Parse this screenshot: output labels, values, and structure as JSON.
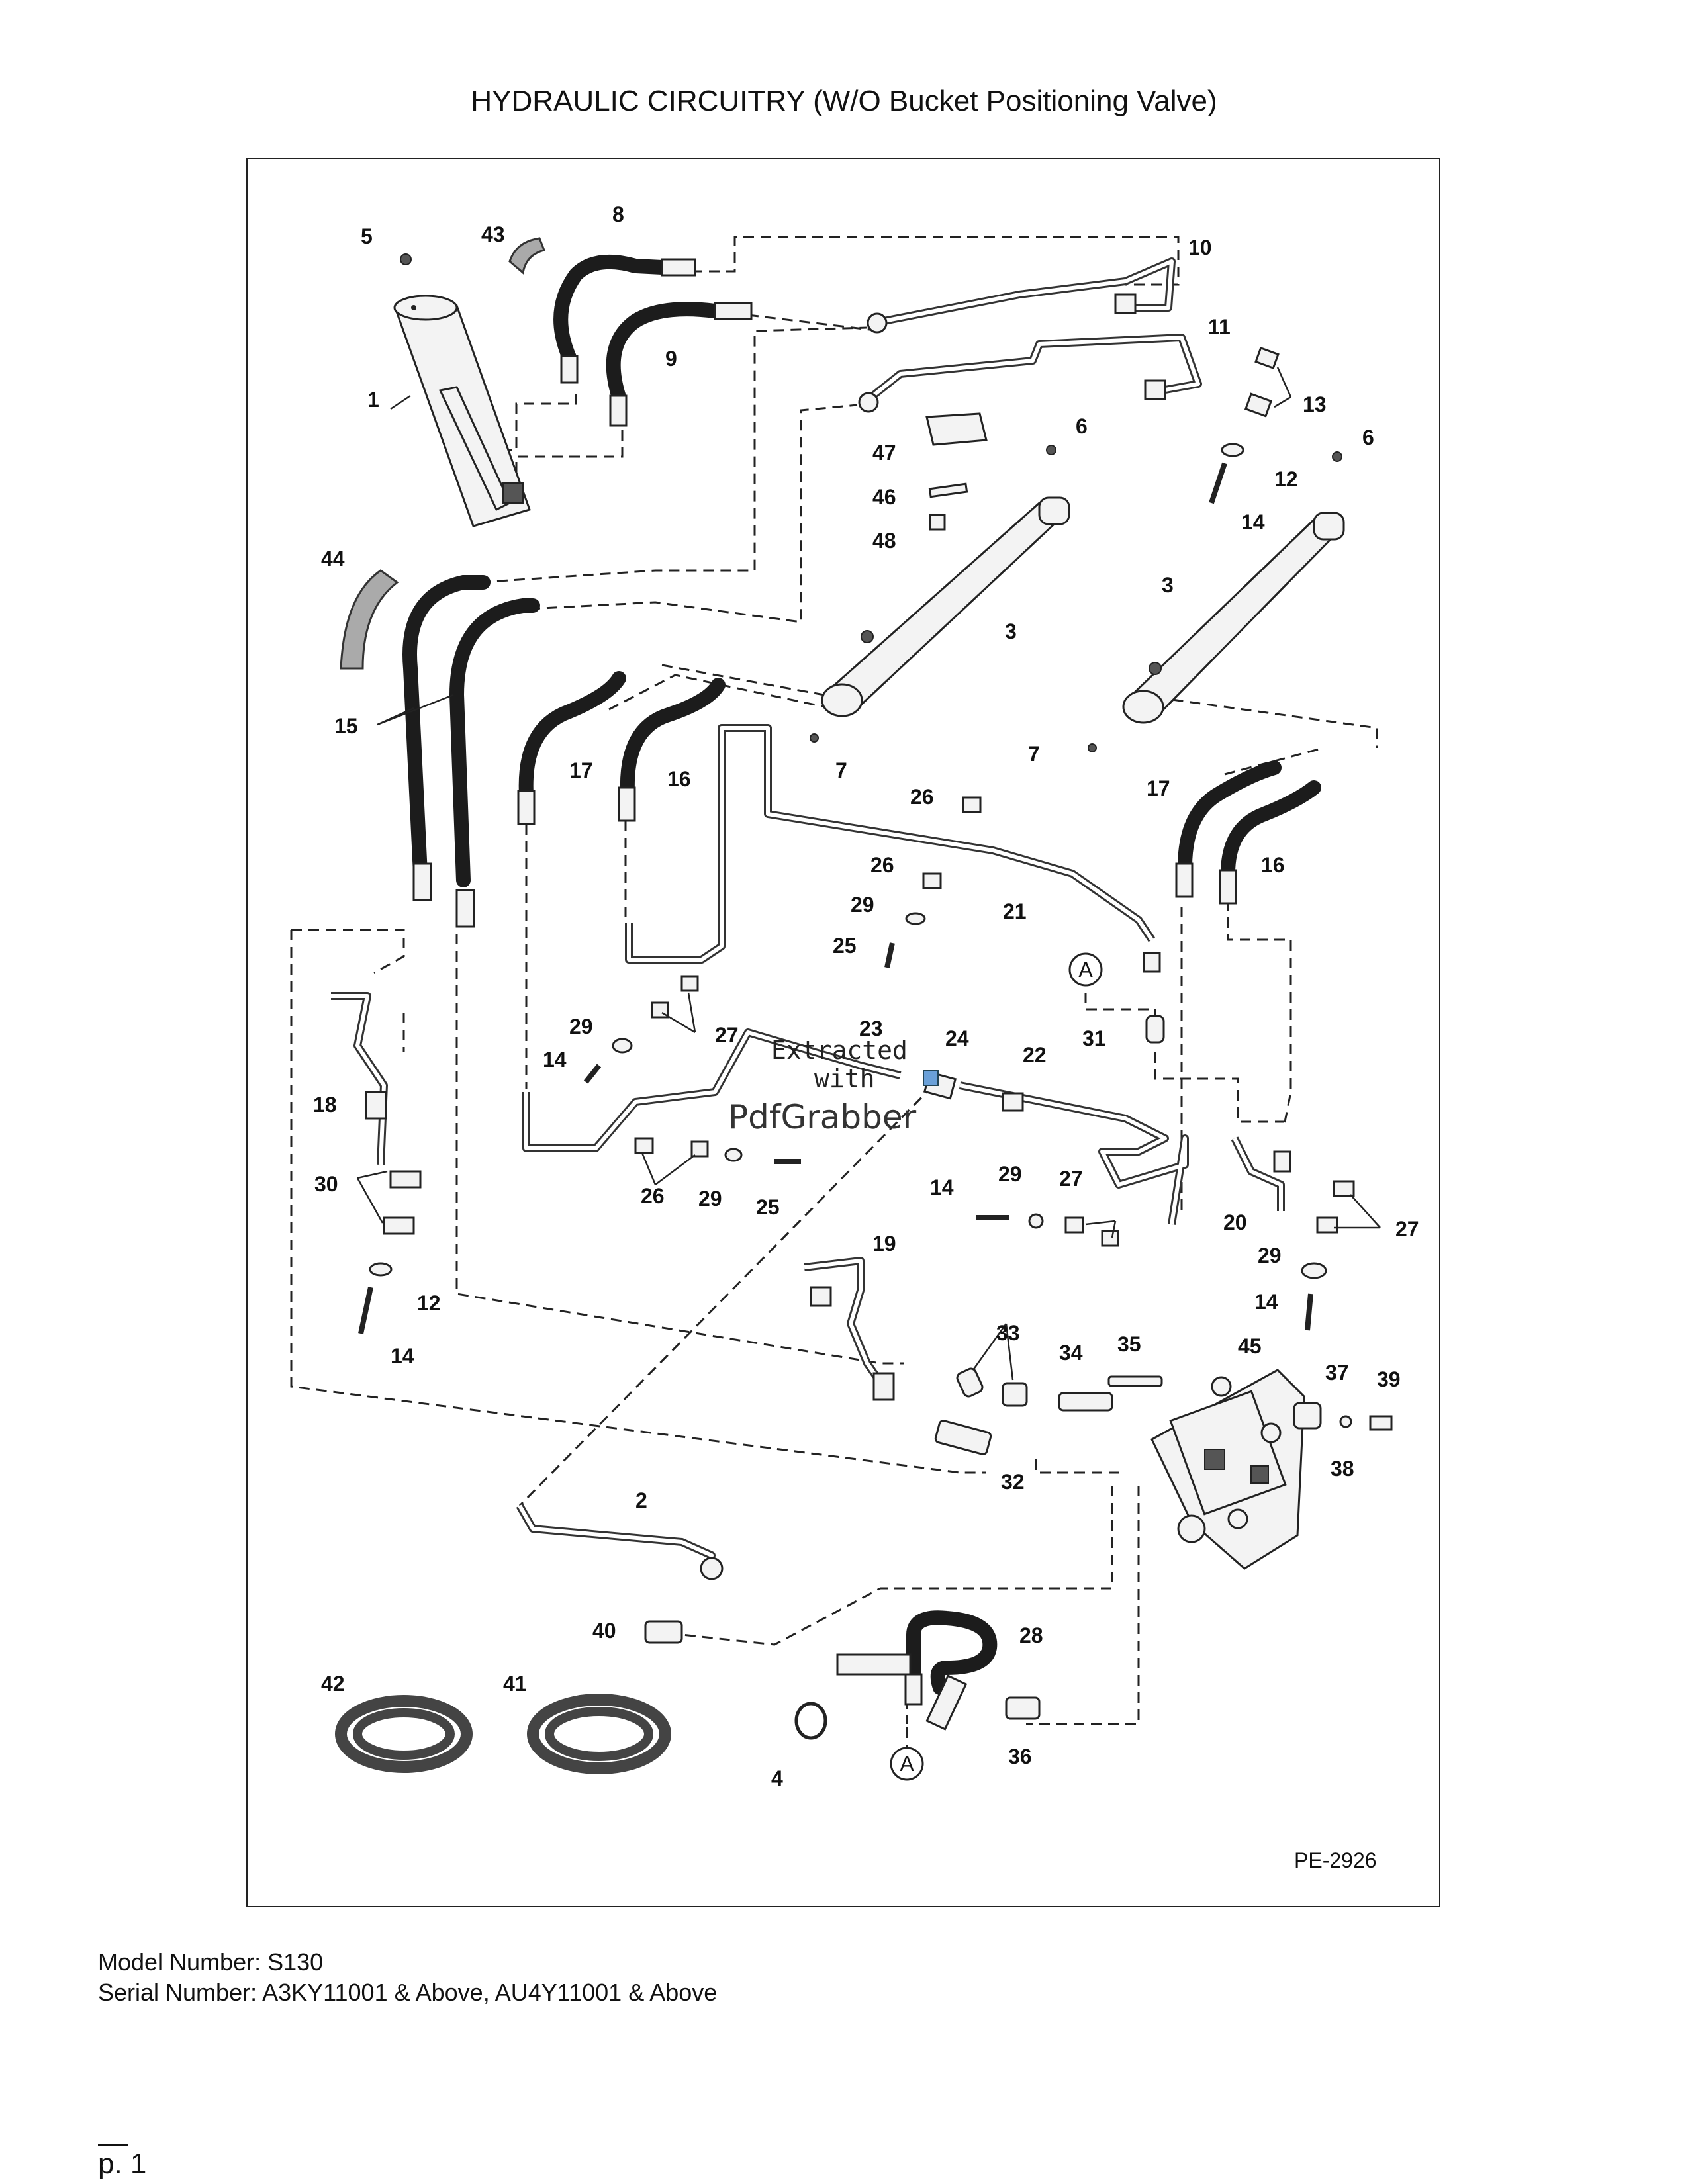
{
  "title": "HYDRAULIC CIRCUITRY (W/O Bucket Positioning Valve)",
  "drawing_id": "PE-2926",
  "callouts": {
    "c1": "1",
    "c2": "2",
    "c3a": "3",
    "c3b": "3",
    "c4": "4",
    "c5": "5",
    "c6a": "6",
    "c6b": "6",
    "c7a": "7",
    "c7b": "7",
    "c8": "8",
    "c9": "9",
    "c10": "10",
    "c11": "11",
    "c12a": "12",
    "c12b": "12",
    "c13": "13",
    "c14a": "14",
    "c14b": "14",
    "c14c": "14",
    "c14d": "14",
    "c14e": "14",
    "c15": "15",
    "c16a": "16",
    "c16b": "16",
    "c17a": "17",
    "c17b": "17",
    "c18": "18",
    "c19": "19",
    "c20": "20",
    "c21": "21",
    "c22": "22",
    "c23": "23",
    "c24": "24",
    "c25a": "25",
    "c25b": "25",
    "c26a": "26",
    "c26b": "26",
    "c26c": "26",
    "c27a": "27",
    "c27b": "27",
    "c27c": "27",
    "c28": "28",
    "c29a": "29",
    "c29b": "29",
    "c29c": "29",
    "c29d": "29",
    "c29e": "29",
    "c30": "30",
    "c31": "31",
    "c32": "32",
    "c33": "33",
    "c34": "34",
    "c35": "35",
    "c36": "36",
    "c37": "37",
    "c38": "38",
    "c39": "39",
    "c40": "40",
    "c41": "41",
    "c42": "42",
    "c43": "43",
    "c44": "44",
    "c45": "45",
    "c46": "46",
    "c47": "47",
    "c48": "48"
  },
  "reference_marks": {
    "ra1": "A",
    "ra2": "A"
  },
  "watermark": {
    "line1": "Extracted",
    "line2": "with",
    "brand": "PdfGrabber"
  },
  "footer": {
    "model": "Model Number: S130",
    "serial": "Serial Number: A3KY11001 & Above, AU4Y11001 & Above"
  },
  "page_label": "p. 1"
}
